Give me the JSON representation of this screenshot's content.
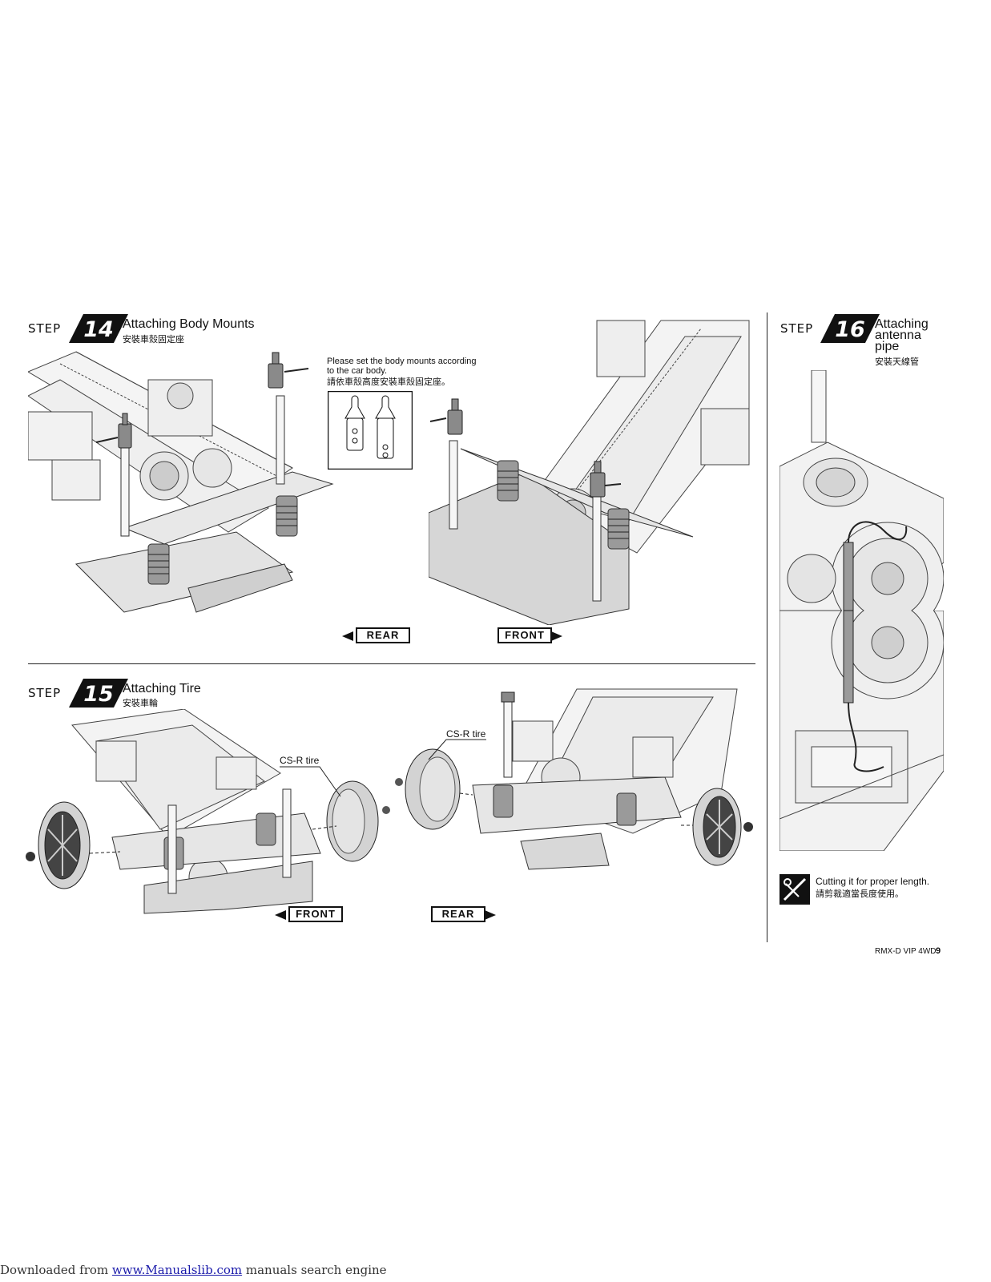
{
  "steps": [
    {
      "word": "STEP",
      "number": "14",
      "title": "Attaching Body Mounts",
      "subtitle": "安裝車殼固定座"
    },
    {
      "word": "STEP",
      "number": "15",
      "title": "Attaching Tire",
      "subtitle": "安裝車輪"
    },
    {
      "word": "STEP",
      "number": "16",
      "title_lines": [
        "Attaching",
        "antenna",
        "pipe"
      ],
      "subtitle": "安裝天線管"
    }
  ],
  "step14_note": {
    "line1": "Please set the body mounts according",
    "line2": "to the car body.",
    "line3": "請依車殼高度安裝車殼固定座。"
  },
  "step14_directions": {
    "rear": "REAR",
    "front": "FRONT"
  },
  "step15_tire_labels": {
    "left": "CS-R tire",
    "right": "CS-R tire"
  },
  "step15_directions": {
    "front": "FRONT",
    "rear": "REAR"
  },
  "step16_note": {
    "line1": "Cutting it for proper length.",
    "line2": "請剪裁適當長度使用。"
  },
  "icons": [
    "cut-icon",
    "arrow-left-icon",
    "arrow-right-icon"
  ],
  "footer": {
    "model": "RMX-D VIP 4WD",
    "page": "9"
  },
  "download_banner": {
    "prefix": "Downloaded from ",
    "link": "www.Manualslib.com",
    "suffix": " manuals search engine"
  },
  "colors": {
    "ink": "#111111",
    "tire_gray": "#d3d3d3",
    "chassis_gray": "#8a8a8a"
  }
}
